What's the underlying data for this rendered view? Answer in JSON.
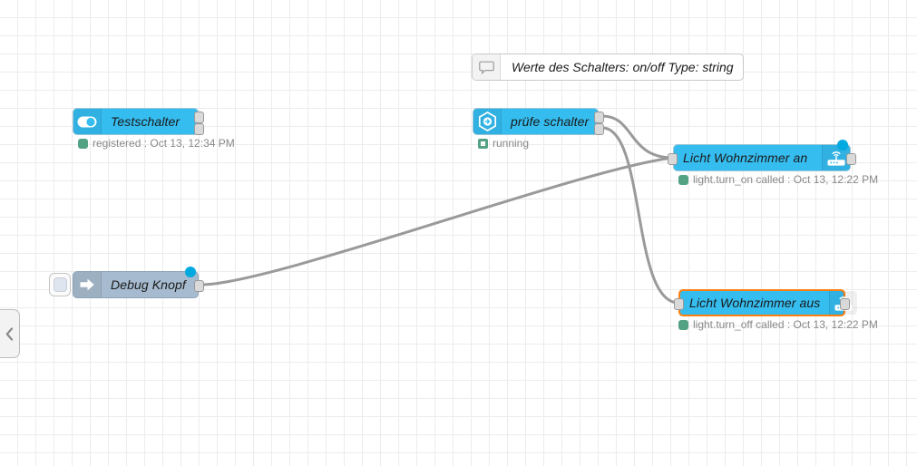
{
  "editor": {
    "sidebar_toggle_icon": "chevron-left-icon"
  },
  "comment": {
    "text": "Werte des Schalters: on/off Type: string",
    "icon": "comment-bubble-icon"
  },
  "nodes": [
    {
      "id": "testschalter",
      "label": "Testschalter",
      "icon": "toggle-switch-icon",
      "icon_side": "left",
      "color": "#35bdf0",
      "selected": false,
      "changed_badge": false,
      "inputs": 0,
      "outputs": 2,
      "status": {
        "text": "registered : Oct 13, 12:34 PM",
        "color": "#53a283",
        "shape": "dot"
      }
    },
    {
      "id": "pruefe-schalter",
      "label": "prüfe schalter",
      "icon": "hexagon-arrow-icon",
      "icon_side": "left",
      "color": "#35bdf0",
      "selected": false,
      "changed_badge": false,
      "inputs": 0,
      "outputs": 2,
      "status": {
        "text": "running",
        "color": "#53a283",
        "shape": "ring"
      }
    },
    {
      "id": "licht-wohnzimmer-an",
      "label": "Licht Wohnzimmer an",
      "icon": "router-wifi-icon",
      "icon_side": "right",
      "color": "#35bdf0",
      "selected": false,
      "changed_badge": true,
      "inputs": 1,
      "outputs": 1,
      "status": {
        "text": "light.turn_on called : Oct 13, 12:22 PM",
        "color": "#53a283",
        "shape": "dot"
      }
    },
    {
      "id": "licht-wohnzimmer-aus",
      "label": "Licht Wohnzimmer aus",
      "icon": "router-wifi-icon",
      "icon_side": "right",
      "color": "#35bdf0",
      "selected": true,
      "changed_badge": false,
      "inputs": 1,
      "outputs": 1,
      "status": {
        "text": "light.turn_off called : Oct 13, 12:22 PM",
        "color": "#53a283",
        "shape": "dot"
      }
    },
    {
      "id": "debug-knopf",
      "label": "Debug Knopf",
      "icon": "inject-arrow-icon",
      "icon_side": "left",
      "color": "#a6bbcf",
      "selected": false,
      "changed_badge": true,
      "inputs": 0,
      "outputs": 1,
      "status": null
    }
  ],
  "colors": {
    "node_blue": "#35bdf0",
    "node_grey": "#a6bbcf",
    "selection_orange": "#ff7f0e",
    "badge_blue": "#00a9e0",
    "status_green": "#53a283",
    "wire_grey": "#9a9a9a",
    "grid_line": "#ececec"
  }
}
